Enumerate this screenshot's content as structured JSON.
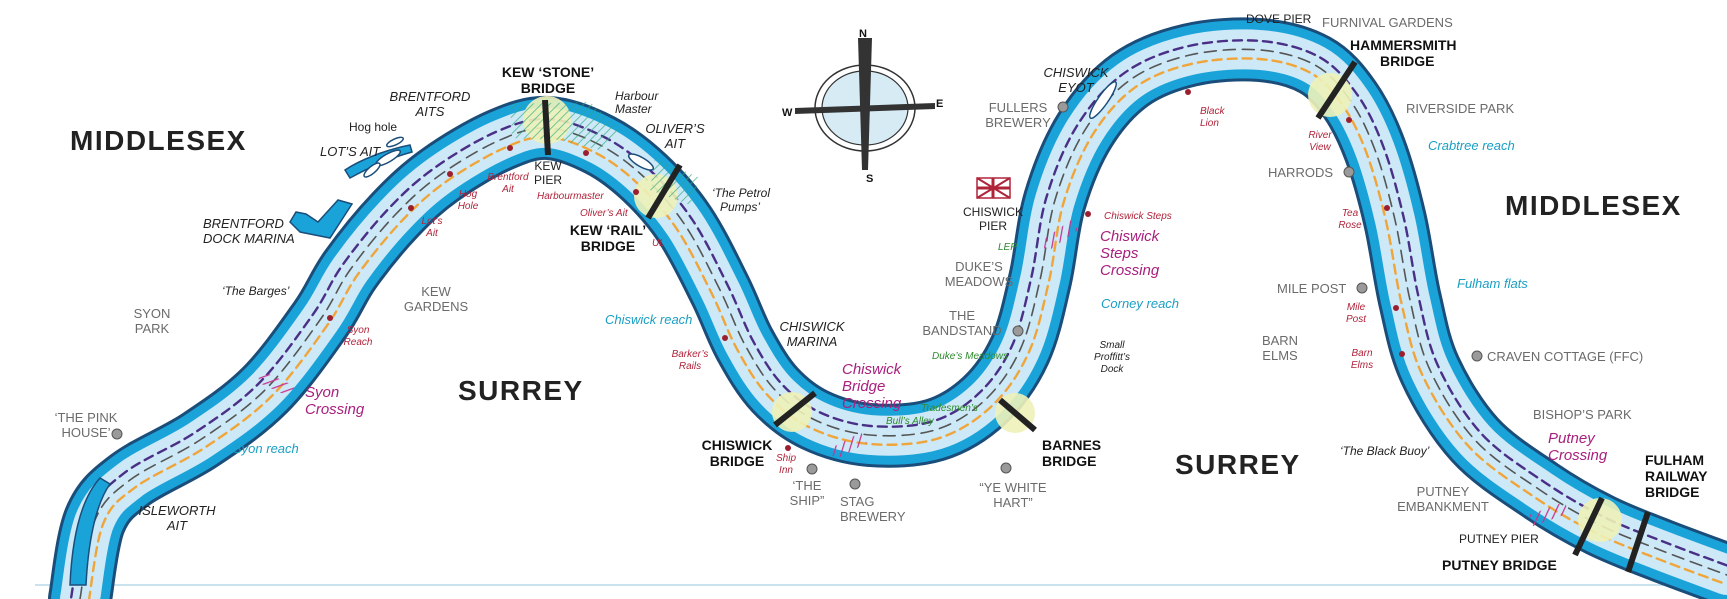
{
  "colors": {
    "water_deep": "#1aa3d9",
    "water_shallow": "#cde8f6",
    "bank": "#1b4d7a",
    "inner_dash": "#4a2f86",
    "outer_dash": "#f0a53a",
    "center_dash": "#555555",
    "bridge": "#222222",
    "yellow_zone": "#eef2b8",
    "crossing_hatch": "#c8338f",
    "place_dot": "#9a9a9a",
    "hazard_dot": "#9b1f2e"
  },
  "compass": {
    "n": "N",
    "s": "S",
    "e": "E",
    "w": "W"
  },
  "regions": [
    "MIDDLESEX",
    "SURREY",
    "SURREY",
    "MIDDLESEX"
  ],
  "bridges": [
    [
      "KEW ‘STONE’",
      "BRIDGE"
    ],
    [
      "KEW ‘RAIL’",
      "BRIDGE"
    ],
    [
      "CHISWICK",
      "BRIDGE"
    ],
    [
      "BARNES",
      "BRIDGE"
    ],
    [
      "HAMMERSMITH",
      "BRIDGE"
    ],
    [
      "PUTNEY BRIDGE"
    ],
    [
      "FULHAM",
      "RAILWAY",
      "BRIDGE"
    ]
  ],
  "places": [
    [
      "SYON",
      "PARK"
    ],
    [
      "KEW",
      "GARDENS"
    ],
    [
      "‘THE PINK",
      "HOUSE’"
    ],
    [
      "‘THE",
      "SHIP”"
    ],
    [
      "STAG",
      "BREWERY"
    ],
    [
      "“YE WHITE",
      "HART”"
    ],
    [
      "DUKE’S",
      "MEADOWS"
    ],
    [
      "THE",
      "BANDSTAND"
    ],
    [
      "FULLERS",
      "BREWERY"
    ],
    [
      "CHISWICK",
      "PIER"
    ],
    [
      "FURNIVAL GARDENS"
    ],
    [
      "DOVE PIER"
    ],
    [
      "RIVERSIDE PARK"
    ],
    [
      "HARRODS"
    ],
    [
      "MILE POST"
    ],
    [
      "BARN",
      "ELMS"
    ],
    [
      "CRAVEN COTTAGE (FFC)"
    ],
    [
      "BISHOP’S PARK"
    ],
    [
      "PUTNEY",
      "EMBANKMENT"
    ],
    [
      "PUTNEY PIER"
    ],
    [
      "KEW",
      "PIER"
    ]
  ],
  "features": [
    [
      "BRENTFORD",
      "AITS"
    ],
    [
      "Hog hole"
    ],
    [
      "LOT’S AIT"
    ],
    [
      "BRENTFORD",
      "DOCK MARINA"
    ],
    [
      "‘The Barges’"
    ],
    [
      "ISLEWORTH",
      "AIT"
    ],
    [
      "Harbour",
      "Master"
    ],
    [
      "OLIVER’S",
      "AIT"
    ],
    [
      "‘The Petrol",
      "Pumps’"
    ],
    [
      "CHISWICK",
      "MARINA"
    ],
    [
      "CHISWICK",
      "EYOT"
    ],
    [
      "Small",
      "Proffitt’s",
      "Dock"
    ],
    [
      "‘The Black Buoy’"
    ]
  ],
  "reaches": [
    "Syon reach",
    "Chiswick reach",
    "Corney reach",
    "Crabtree reach",
    "Fulham flats"
  ],
  "crossings": [
    [
      "Syon",
      "Crossing"
    ],
    [
      "Chiswick",
      "Bridge",
      "Crossing"
    ],
    [
      "Chiswick",
      "Steps",
      "Crossing"
    ],
    [
      "Putney",
      "Crossing"
    ]
  ],
  "hazards": [
    [
      "Lot’s",
      "Ait"
    ],
    [
      "Hog",
      "Hole"
    ],
    [
      "Brentford",
      "Ait"
    ],
    [
      "Harbourmaster"
    ],
    [
      "Oliver’s Ait"
    ],
    [
      "UL"
    ],
    [
      "Syon",
      "Reach"
    ],
    [
      "Barker’s",
      "Rails"
    ],
    [
      "Ship",
      "Inn"
    ],
    [
      "Chiswick Steps"
    ],
    [
      "Black",
      "Lion"
    ],
    [
      "River",
      "View"
    ],
    [
      "Tea",
      "Rose"
    ],
    [
      "Mile",
      "Post"
    ],
    [
      "Barn",
      "Elms"
    ]
  ],
  "green_labels": [
    "LEP",
    "Duke’s Meadows",
    "Tradesmen’s",
    "Bull’s Alley"
  ]
}
